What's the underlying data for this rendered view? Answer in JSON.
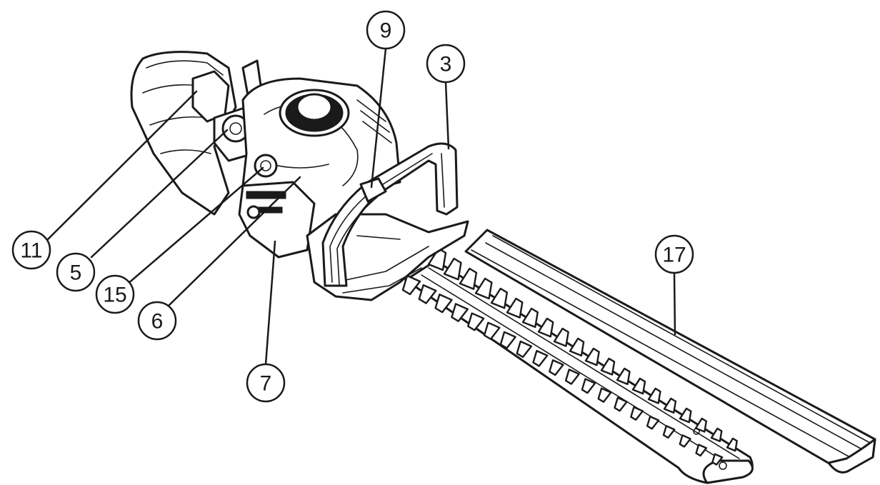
{
  "colors": {
    "line": "#1a1a1a",
    "background": "#ffffff"
  },
  "callouts": [
    {
      "id": "11",
      "label": "11"
    },
    {
      "id": "5",
      "label": "5"
    },
    {
      "id": "15",
      "label": "15"
    },
    {
      "id": "6",
      "label": "6"
    },
    {
      "id": "7",
      "label": "7"
    },
    {
      "id": "9",
      "label": "9"
    },
    {
      "id": "3",
      "label": "3"
    },
    {
      "id": "17",
      "label": "17"
    }
  ]
}
